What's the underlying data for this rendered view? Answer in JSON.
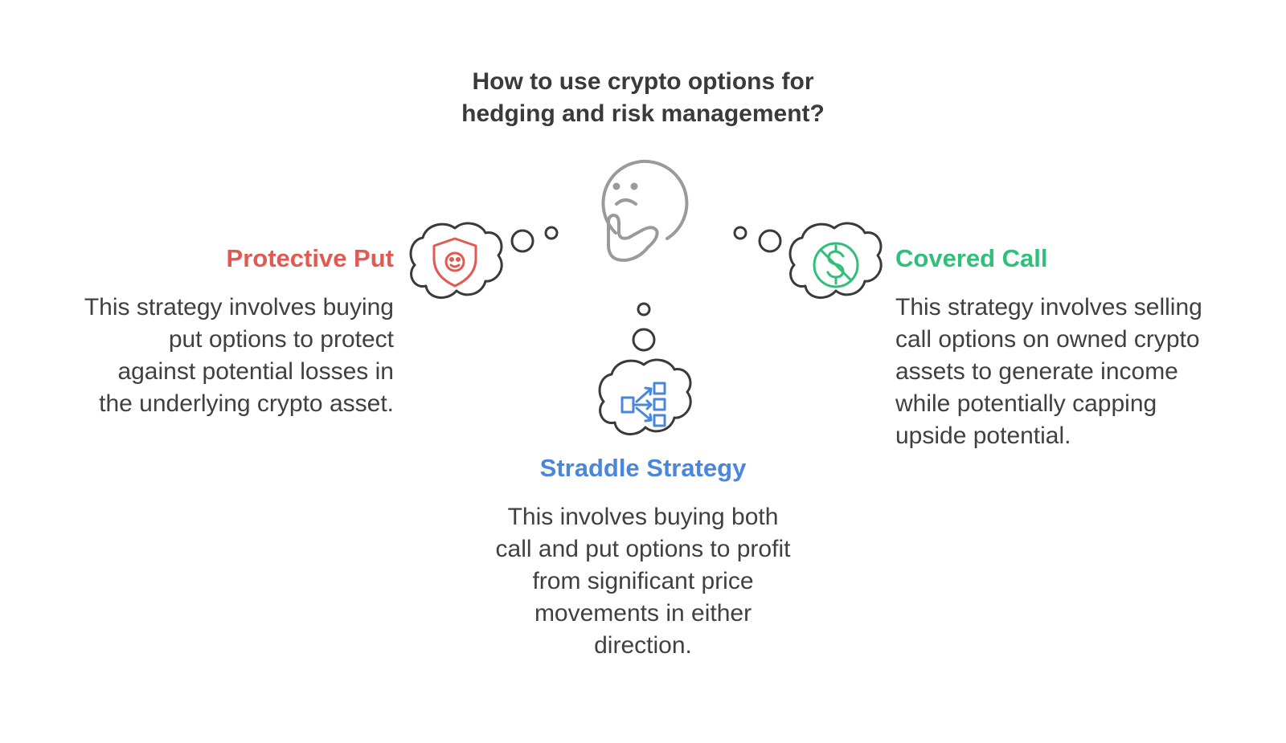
{
  "title": {
    "line1": "How to use crypto options for",
    "line2": "hedging and risk management?"
  },
  "colors": {
    "protective": "#e05a52",
    "covered": "#2fbf7a",
    "straddle": "#4a86d9",
    "outline": "#3a3a3a",
    "thinker": "#9a9a9a"
  },
  "icons": {
    "center": "thinking-face-icon",
    "protective": "shield-icon",
    "covered": "no-dollar-icon",
    "straddle": "branching-icon"
  },
  "protective_put": {
    "heading": "Protective Put",
    "lines": [
      "This strategy involves buying",
      "put options to protect",
      "against potential losses in",
      "the underlying crypto asset."
    ]
  },
  "covered_call": {
    "heading": "Covered Call",
    "lines": [
      "This strategy involves selling",
      "call options on owned crypto",
      "assets to generate income",
      "while potentially capping",
      "upside potential."
    ]
  },
  "straddle_strategy": {
    "heading": "Straddle Strategy",
    "lines": [
      "This involves buying both",
      "call and put options to profit",
      "from significant price",
      "movements in either",
      "direction."
    ]
  }
}
